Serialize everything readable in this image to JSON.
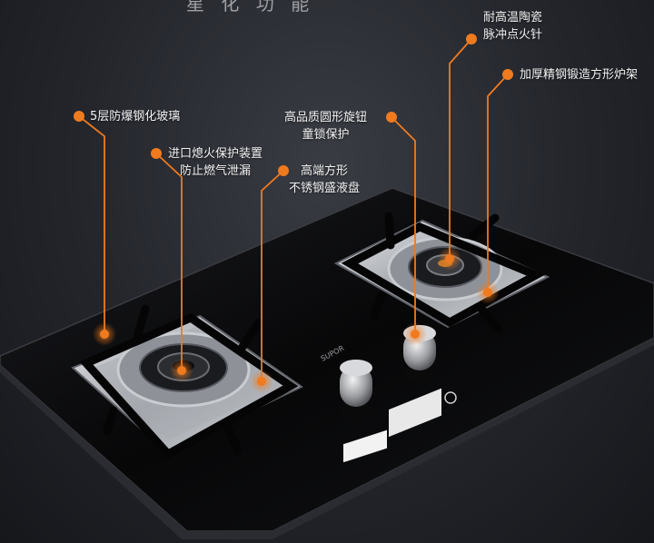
{
  "header_fragment": "星 化 功 能",
  "colors": {
    "accent": "#f07a1e",
    "glass": "#0a0a0c",
    "steel": "#b9bcc2"
  },
  "brand_label": "SUPOR",
  "callouts": [
    {
      "id": "glass",
      "lines": [
        "5层防爆钢化玻璃"
      ]
    },
    {
      "id": "flameout",
      "lines": [
        "进口熄火保护装置",
        "防止燃气泄漏"
      ]
    },
    {
      "id": "tray",
      "lines": [
        "高端方形",
        "不锈钢盛液盘"
      ]
    },
    {
      "id": "knob",
      "lines": [
        "高品质圆形旋钮",
        "童锁保护"
      ]
    },
    {
      "id": "ignition",
      "lines": [
        "耐高温陶瓷",
        "脉冲点火针"
      ]
    },
    {
      "id": "grate",
      "lines": [
        "加厚精钢锻造方形炉架"
      ]
    }
  ]
}
